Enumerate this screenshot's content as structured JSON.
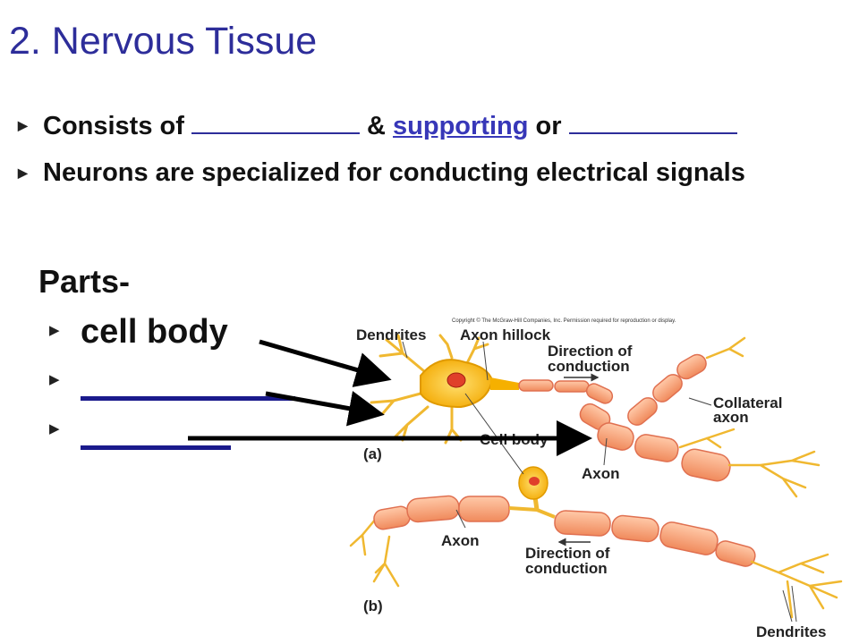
{
  "slide": {
    "title": "2. Nervous Tissue",
    "bullets": [
      {
        "prefix": "Consists of ",
        "middle": " & ",
        "fill_word": "supporting",
        "suffix": " or "
      },
      {
        "text": "Neurons are specialized for conducting electrical signals"
      }
    ],
    "parts_heading": "Parts-",
    "parts": [
      {
        "label": "cell body"
      },
      {
        "label": ""
      },
      {
        "label": ""
      }
    ]
  },
  "diagram": {
    "copyright": "Copyright © The McGraw-Hill Companies, Inc. Permission required for reproduction or display.",
    "labels": {
      "dendrites_a": "Dendrites",
      "axon_hillock": "Axon hillock",
      "direction_a1": "Direction of",
      "direction_a2": "conduction",
      "collateral1": "Collateral",
      "collateral2": "axon",
      "cell_body": "Cell body",
      "axon_a": "Axon",
      "panel_a": "(a)",
      "axon_b": "Axon",
      "direction_b1": "Direction of",
      "direction_b2": "conduction",
      "panel_b": "(b)",
      "dendrites_b": "Dendrites"
    },
    "colors": {
      "title": "#2d2d9a",
      "blank_line": "#1a1a8c",
      "neuron_body": "#f6b000",
      "nucleus": "#e0402a",
      "myelin": "#f5a37a",
      "myelin_edge": "#e07050",
      "dendrite": "#f0b830"
    }
  }
}
